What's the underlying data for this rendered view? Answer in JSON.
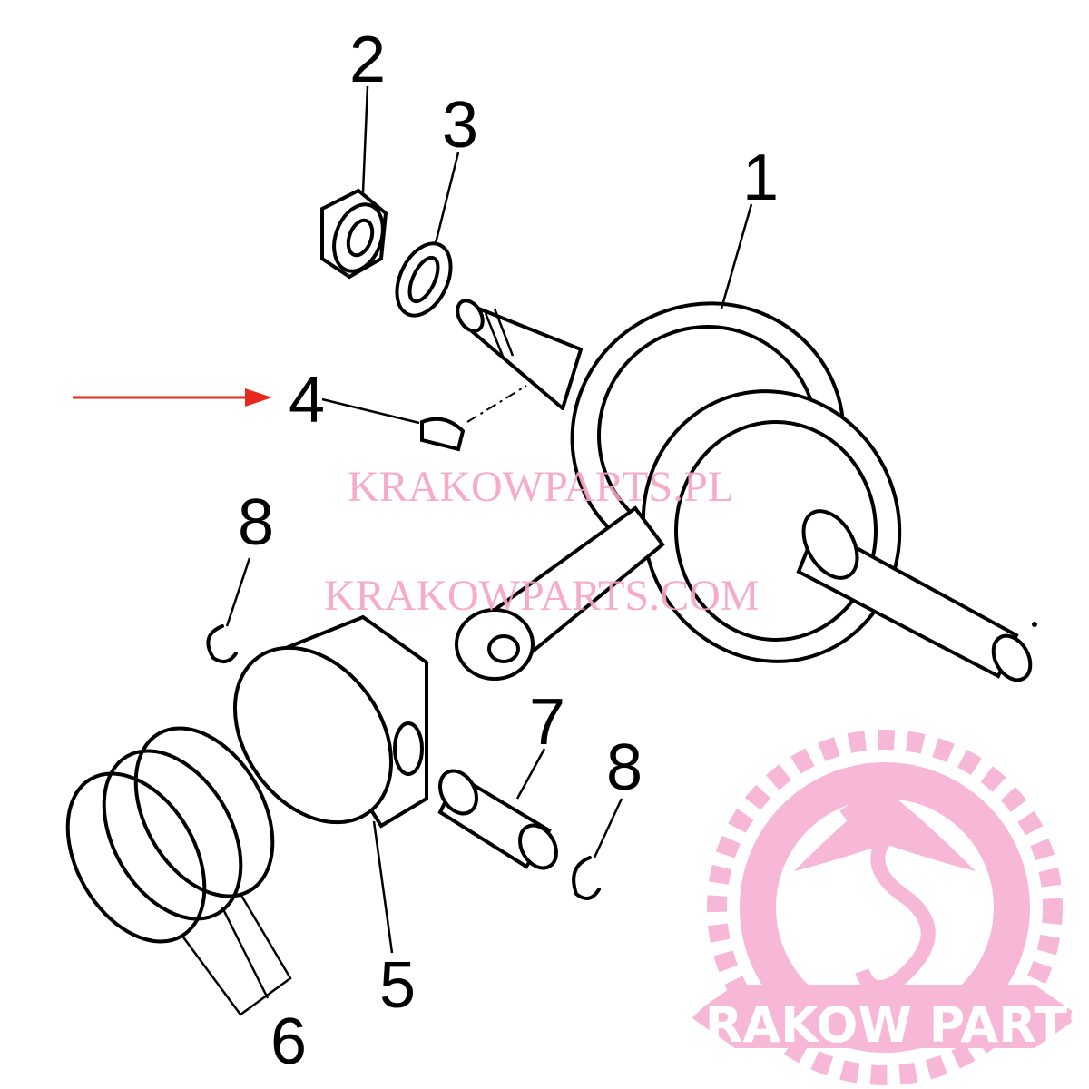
{
  "diagram": {
    "callouts": {
      "crankshaft": "1",
      "nut": "2",
      "washer": "3",
      "key": "4",
      "piston": "5",
      "piston_rings": "6",
      "piston_pin": "7",
      "clip_upper": "8",
      "clip_lower": "8"
    },
    "highlighted_part": "4",
    "arrow_color": "#e8281e"
  },
  "watermarks": {
    "line1": "KRAKOWPARTS.PL",
    "line2": "KRAKOWPARTS.COM",
    "color": "#f6a3c6"
  },
  "logo": {
    "text": "KRAKOW PARTS",
    "color": "#f6b8d6"
  }
}
